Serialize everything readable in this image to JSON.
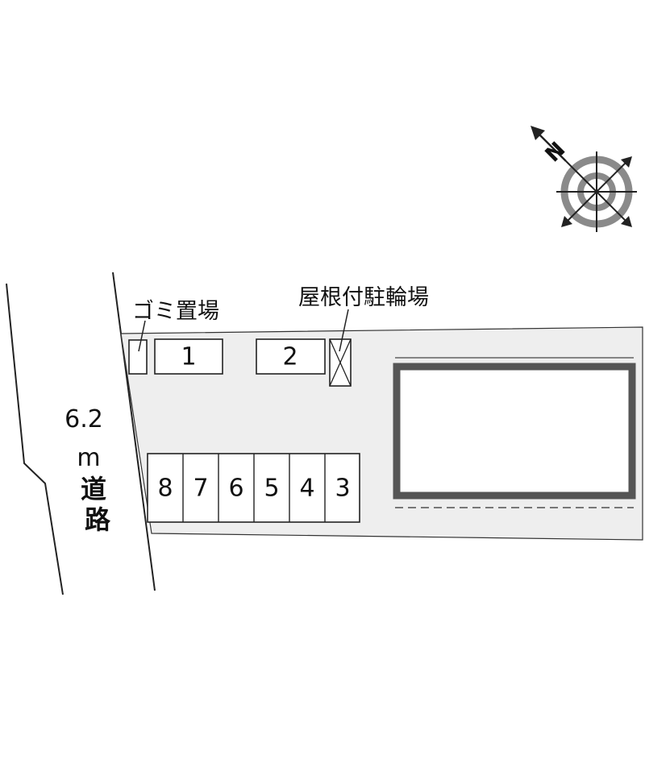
{
  "road": {
    "width_label": "6.2",
    "unit_label": "m",
    "name_chars": [
      "道",
      "路"
    ]
  },
  "labels": {
    "garbage_area": "ゴミ置場",
    "covered_bicycle_parking": "屋根付駐輪場"
  },
  "compass": {
    "north_letter": "N",
    "icon": "compass-rose-icon"
  },
  "parking": {
    "top_row": [
      "1",
      "2"
    ],
    "bottom_row": [
      "8",
      "7",
      "6",
      "5",
      "4",
      "3"
    ]
  },
  "colors": {
    "lot_fill": "#eeeeee",
    "line": "#222222",
    "building_border": "#555555",
    "compass_ring": "#8a8a8a"
  }
}
